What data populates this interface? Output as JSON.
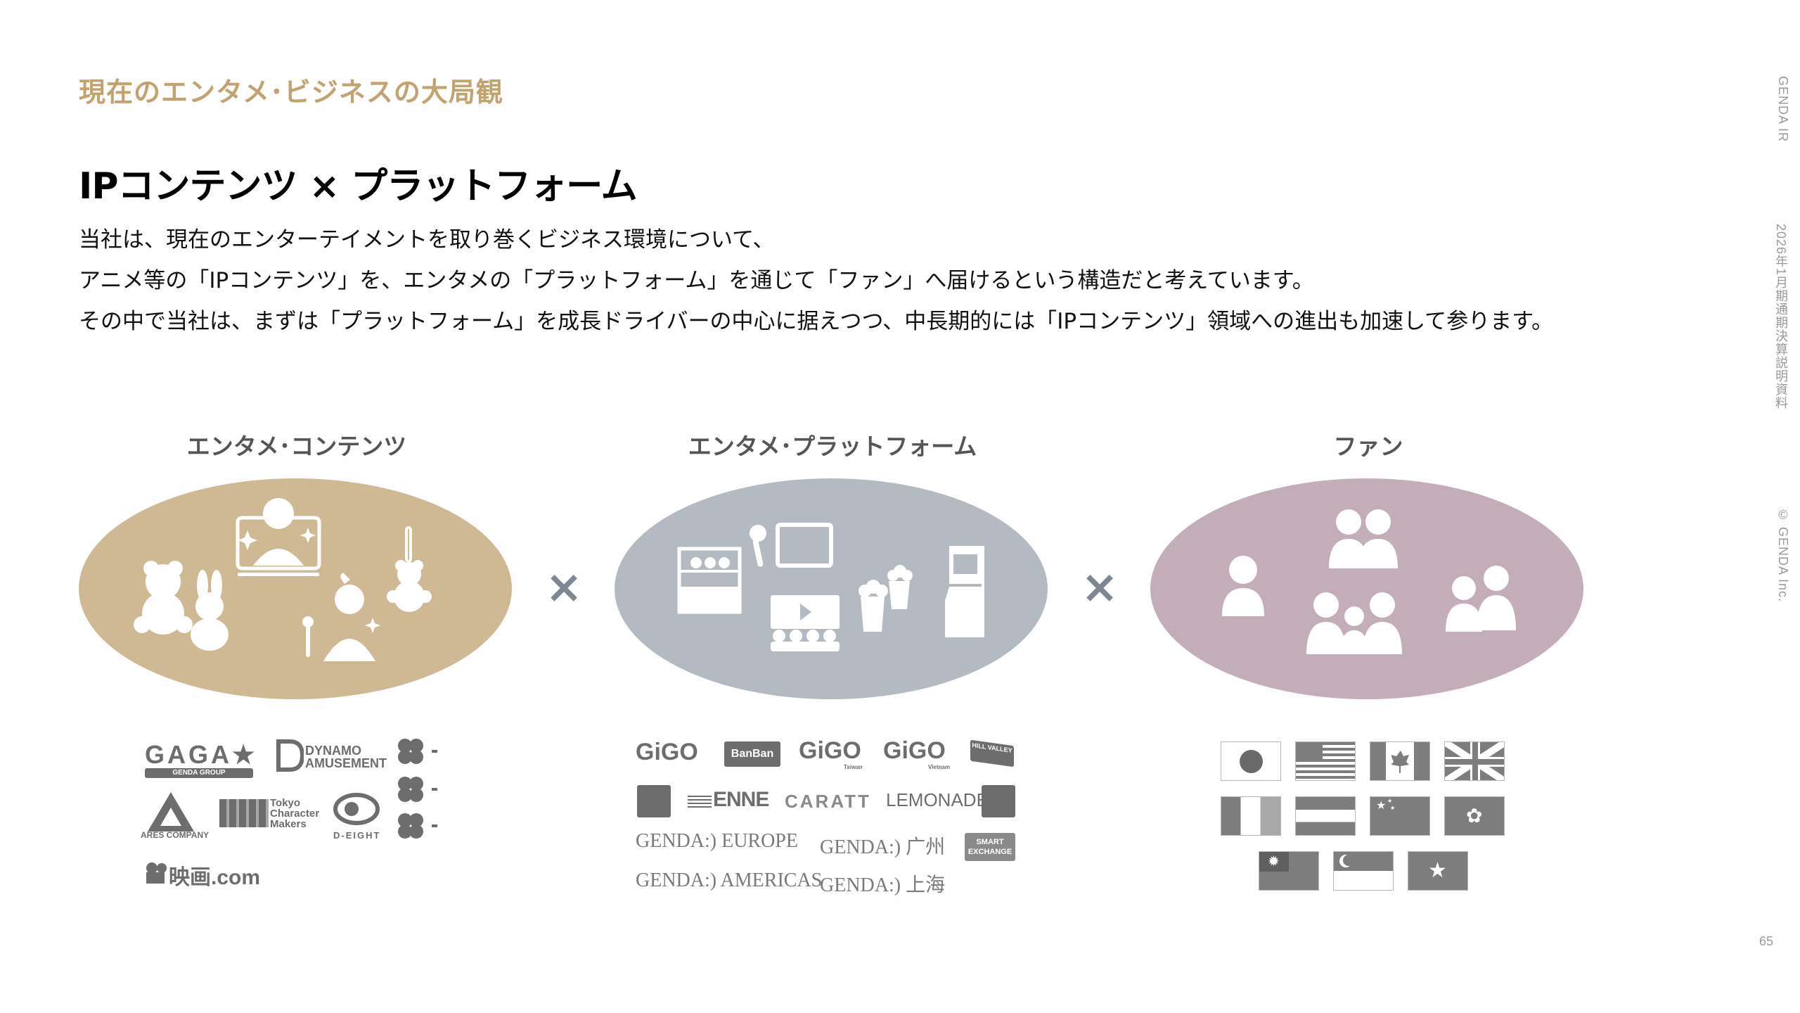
{
  "header": {
    "section_label": "現在のエンタメ･ビジネスの大局観",
    "title": "IPコンテンツ × プラットフォーム"
  },
  "body": {
    "lines": [
      "当社は、現在のエンターテイメントを取り巻くビジネス環境について、",
      "アニメ等の「IPコンテンツ」を、エンタメの「プラットフォーム」を通じて「ファン」へ届けるという構造だと考えています。",
      "その中で当社は、まずは「プラットフォーム」を成長ドライバーの中心に据えつつ、中長期的には「IPコンテンツ」領域への進出も加速して参ります。"
    ]
  },
  "side": {
    "brand": "GENDA IR",
    "document": "2026年1月期通期決算説明資料",
    "copyright": "© GENDA Inc.",
    "page_number": "65"
  },
  "columns": [
    {
      "heading": "エンタメ･コンテンツ",
      "color": "#cfb994",
      "icons": [
        "teddy-bear-icon",
        "bunny-icon",
        "streamer-icon",
        "keychain-bear-icon",
        "singer-icon"
      ]
    },
    {
      "heading": "エンタメ･プラットフォーム",
      "color": "#b3bac2",
      "icons": [
        "crane-game-icon",
        "microphone-icon",
        "tv-icon",
        "popcorn-icon",
        "theater-icon",
        "arcade-cabinet-icon"
      ]
    },
    {
      "heading": "ファン",
      "color": "#c3adb8",
      "icons": [
        "person-icon",
        "couple-icon",
        "family-icon",
        "pair-icon"
      ]
    }
  ],
  "operators": {
    "times": "×"
  },
  "logos": {
    "contents": {
      "gaga": "GAGA★",
      "gaga_sub": "GENDA GROUP",
      "dynamo_1": "DYNAMO",
      "dynamo_2": "AMUSEMENT",
      "ares": "ARES COMPANY",
      "tcm_1": "Tokyo",
      "tcm_2": "Character",
      "tcm_3": "Makers",
      "deight": "D-EIGHT",
      "eiga": "映画.com"
    },
    "platform": {
      "gigo_1": "GiGO",
      "banban": "BanBan",
      "gigo_taiwan": "GiGO",
      "taiwan": "Taiwan",
      "gigo_vietnam": "GiGO",
      "vietnam": "Vietnam",
      "hill": "HILL VALLEY",
      "enne": "ENNE",
      "caratt": "CARATT",
      "lemonade": "LEMONADE",
      "europe": "GENDA:) EUROPE",
      "guangzhou": "GENDA:) 广州",
      "smart": "SMART EXCHANGE",
      "americas": "GENDA:) AMERICAS",
      "shanghai": "GENDA:) 上海"
    }
  },
  "flags": [
    "japan-flag",
    "usa-flag",
    "canada-flag",
    "uk-flag",
    "ireland-flag",
    "netherlands-flag",
    "china-flag",
    "hong-kong-flag",
    "taiwan-flag",
    "singapore-flag",
    "vietnam-flag"
  ]
}
